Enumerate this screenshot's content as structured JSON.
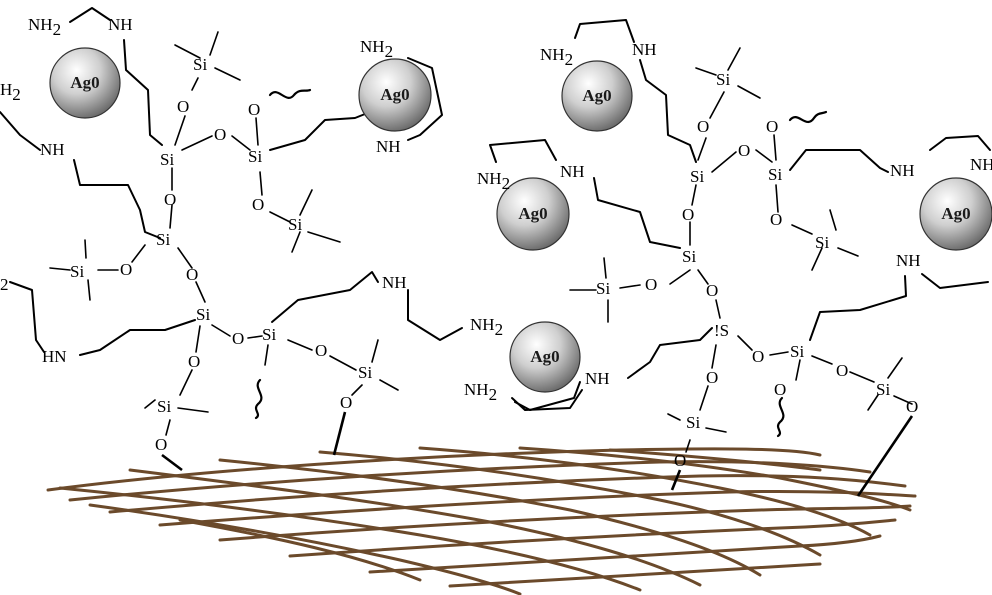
{
  "labels": {
    "ag": "Ag0",
    "si": "Si",
    "o": "O",
    "nh": "NH",
    "hn": "HN",
    "nh2": "NH",
    "sub2": "2",
    "si_flipped": "!S",
    "h2": "H",
    "sub2_edge": "2"
  },
  "colors": {
    "mesh": "#6b4a2b",
    "sphere_light": "#ffffff",
    "sphere_dark": "#6e6e6e",
    "bond": "#000000"
  }
}
